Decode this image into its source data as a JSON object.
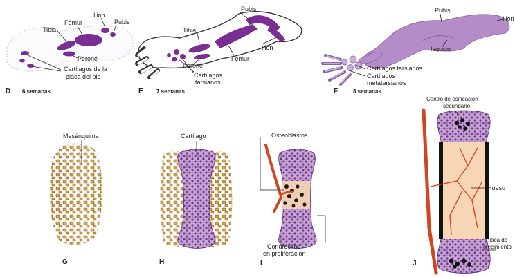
{
  "colors": {
    "bone_purple": "#7a2e93",
    "light_purple": "#b48cc7",
    "cartilage_purple": "#8e5aa9",
    "mesenchyme_tan": "#d9a441",
    "vessel_red": "#d2451e",
    "bone_peach": "#f7d6b5",
    "outline": "#222222"
  },
  "panels": {
    "D": {
      "letter": "D",
      "weeks": "6 semanas",
      "labels": {
        "tibia": "Tibia",
        "femur": "Fémur",
        "ilion": "Ilion",
        "pubis": "Pubis",
        "perone": "Peroné",
        "cartilagos": "Cartílagos de la",
        "cartilagos2": "placa del pie"
      }
    },
    "E": {
      "letter": "E",
      "weeks": "7 semanas",
      "labels": {
        "pubis": "Pubis",
        "tibia": "Tibia",
        "ilion": "Ilion",
        "perone": "Peroné",
        "femur": "Fémur",
        "tarsianos": "Cartílagos",
        "tarsianos2": "tarsianos"
      }
    },
    "F": {
      "letter": "F",
      "weeks": "8 semanas",
      "labels": {
        "pubis": "Pubis",
        "ilion": "Ilion",
        "isquion": "Isquion",
        "tarsianos": "Cartílagos tarsianos",
        "metatarsianos": "Cartílagos",
        "metatarsianos2": "metatarsianos"
      }
    },
    "G": {
      "letter": "G",
      "labels": {
        "mesenquima": "Mesénquima"
      }
    },
    "H": {
      "letter": "H",
      "labels": {
        "cartilago": "Cartílago"
      }
    },
    "I": {
      "letter": "I",
      "labels": {
        "osteoblastos": "Osteoblastos",
        "condrocitos": "Condrocitos",
        "condrocitos2": "en proliferación"
      }
    },
    "J": {
      "letter": "J",
      "labels": {
        "centro": "Centro de osificación",
        "centro2": "secundario",
        "hueso": "Hueso",
        "placa": "Placa de",
        "placa2": "crecimiento"
      }
    }
  }
}
